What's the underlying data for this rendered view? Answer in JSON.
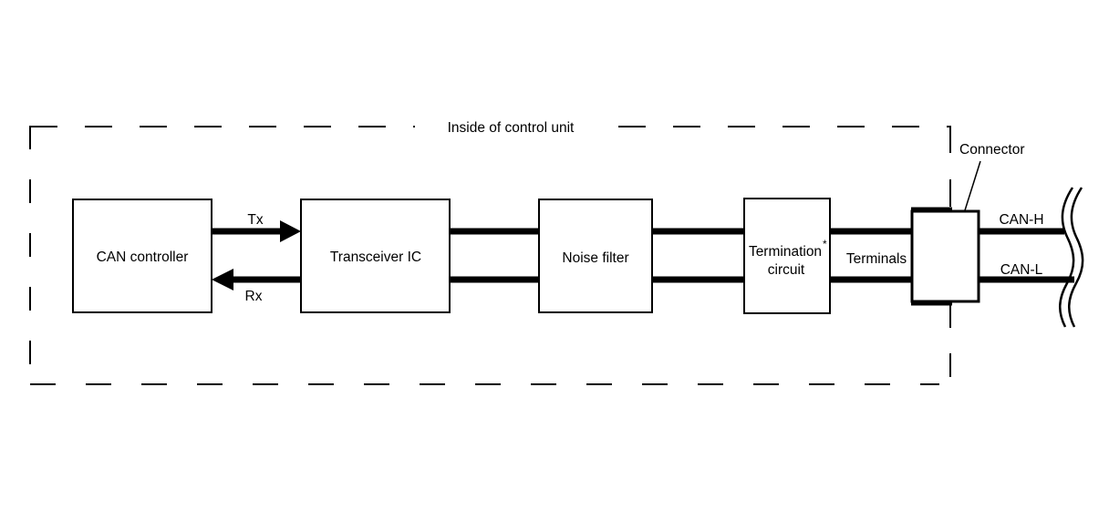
{
  "diagram": {
    "title": "Inside of control unit",
    "blocks": {
      "can_controller": "CAN controller",
      "transceiver_ic": "Transceiver IC",
      "noise_filter": "Noise filter",
      "termination_line1": "Termination",
      "termination_superscript": "*",
      "termination_line2": "circuit"
    },
    "signals": {
      "tx": "Tx",
      "rx": "Rx"
    },
    "labels": {
      "terminals": "Terminals",
      "connector": "Connector",
      "can_h": "CAN-H",
      "can_l": "CAN-L"
    },
    "colors": {
      "line": "#000000",
      "background": "#ffffff"
    }
  }
}
